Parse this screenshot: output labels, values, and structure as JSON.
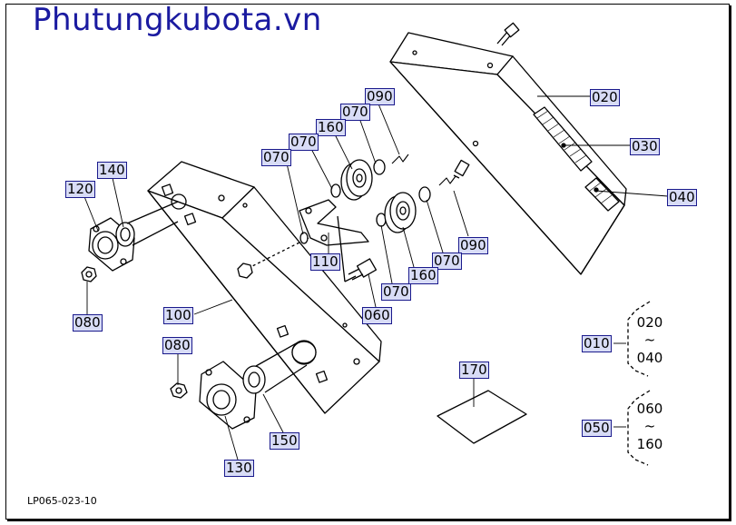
{
  "watermark": "Phutungkubota.vn",
  "diagram_code": "LP065-023-10",
  "callouts": [
    {
      "key": "090a",
      "text": "090"
    },
    {
      "key": "070a",
      "text": "070"
    },
    {
      "key": "160a",
      "text": "160"
    },
    {
      "key": "070b",
      "text": "070"
    },
    {
      "key": "070c",
      "text": "070"
    },
    {
      "key": "020",
      "text": "020"
    },
    {
      "key": "030",
      "text": "030"
    },
    {
      "key": "040",
      "text": "040"
    },
    {
      "key": "140",
      "text": "140"
    },
    {
      "key": "120",
      "text": "120"
    },
    {
      "key": "090b",
      "text": "090"
    },
    {
      "key": "070d",
      "text": "070"
    },
    {
      "key": "160b",
      "text": "160"
    },
    {
      "key": "110",
      "text": "110"
    },
    {
      "key": "070e",
      "text": "070"
    },
    {
      "key": "060",
      "text": "060"
    },
    {
      "key": "080a",
      "text": "080"
    },
    {
      "key": "100",
      "text": "100"
    },
    {
      "key": "080b",
      "text": "080"
    },
    {
      "key": "150",
      "text": "150"
    },
    {
      "key": "130",
      "text": "130"
    },
    {
      "key": "170",
      "text": "170"
    },
    {
      "key": "010",
      "text": "010"
    },
    {
      "key": "050",
      "text": "050"
    }
  ],
  "groups": [
    {
      "label": "010",
      "from": "020",
      "tilde": "~",
      "to": "040"
    },
    {
      "label": "050",
      "from": "060",
      "tilde": "~",
      "to": "160"
    }
  ]
}
